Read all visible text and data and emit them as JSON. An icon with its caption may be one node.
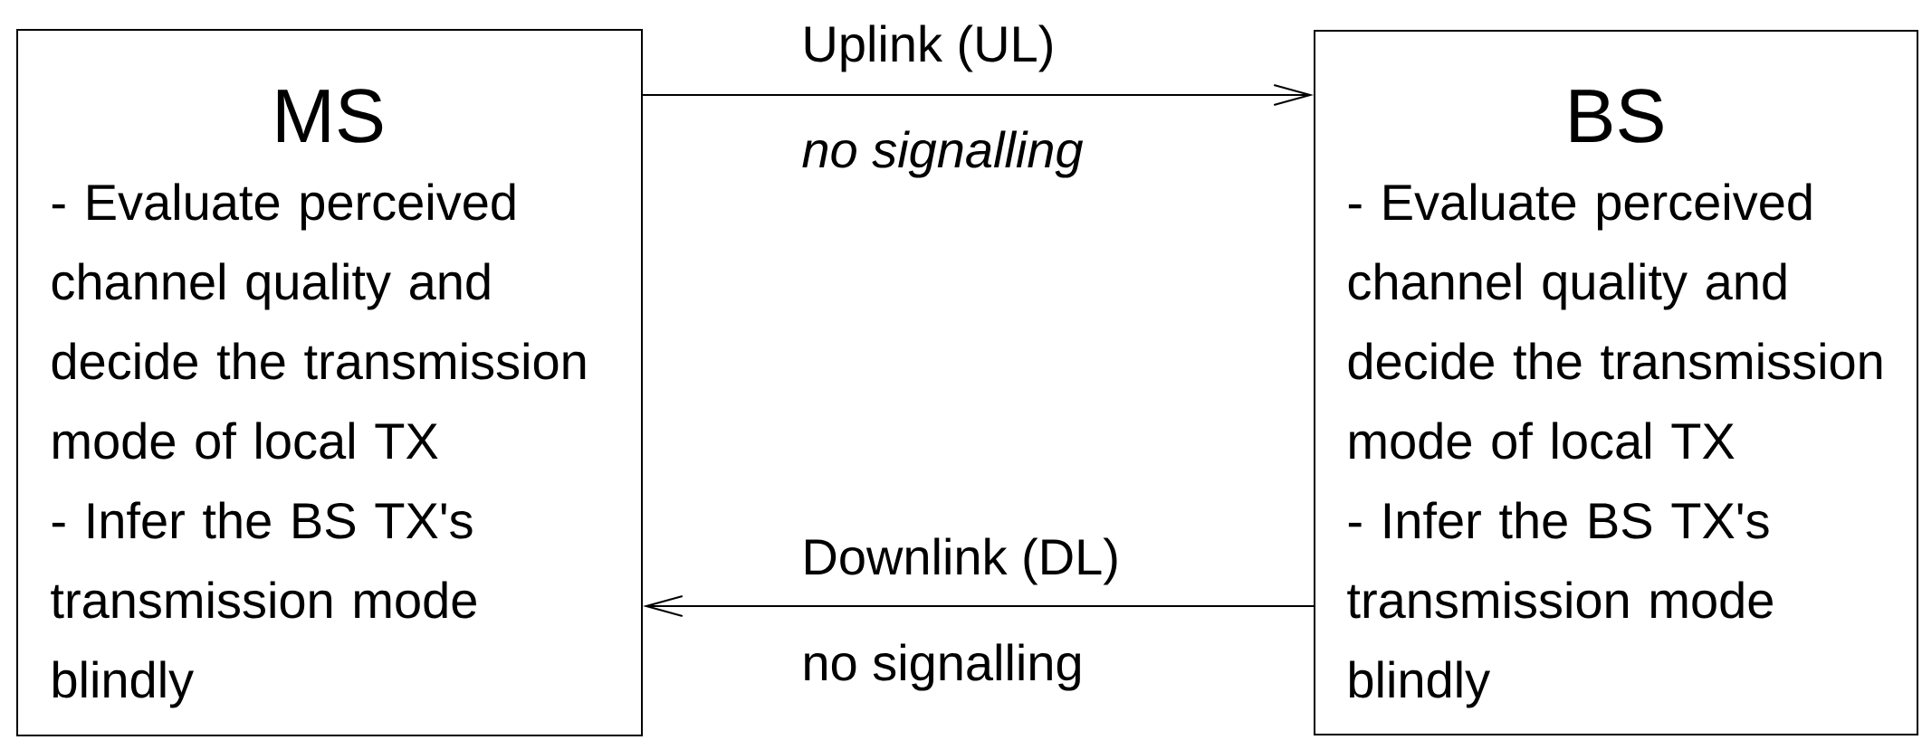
{
  "diagram": {
    "nodes": [
      {
        "text": [
          "MS",
          "- Evaluate perceived channel quality and decide the transmission mode of local TX",
          "- Infer the BS TX's transmission mode blindly"
        ]
      },
      {
        "text": [
          "BS",
          "- Evaluate perceived channel quality and decide the transmission mode of local TX",
          "- Infer the BS TX's transmission mode blindly"
        ]
      }
    ],
    "edges": [
      {
        "from": 0,
        "to": 1,
        "arrow": "to",
        "label": "Uplink (UL)"
      },
      {
        "from": 1,
        "to": 0,
        "arrow": "to",
        "label": "Downlink (DL)"
      }
    ],
    "labels": [
      "no signalling",
      "no signalling"
    ]
  }
}
